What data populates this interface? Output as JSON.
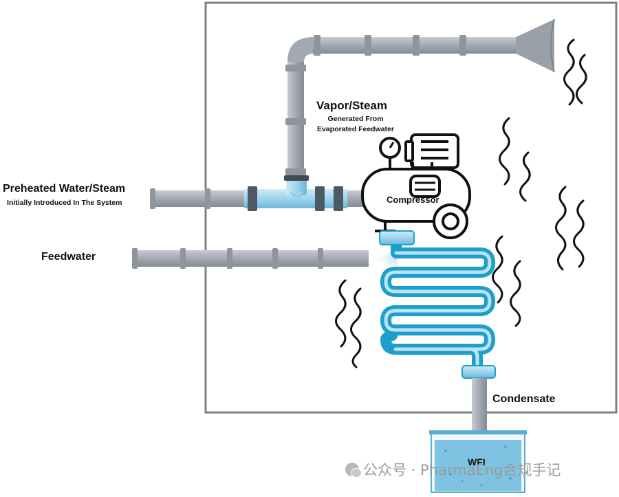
{
  "labels": {
    "preheated_title": "Preheated Water/Steam",
    "preheated_sub": "Initially Introduced In The System",
    "feedwater": "Feedwater",
    "vapor_title": "Vapor/Steam",
    "vapor_sub_1": "Generated From",
    "vapor_sub_2": "Evaporated Feedwater",
    "compressor": "Compressor",
    "condensate": "Condensate",
    "wfi": "WFI"
  },
  "watermark": {
    "text": "公众号 · PharmaEng合规手记",
    "icon": "wechat-icon"
  },
  "colors": {
    "pipe_gray": "#9ea4ab",
    "pipe_blue": "#1d9fcc",
    "pipe_blue_light": "#7cc6e6",
    "frame": "#7f7f7f",
    "tank_water": "#7fc3e3"
  }
}
